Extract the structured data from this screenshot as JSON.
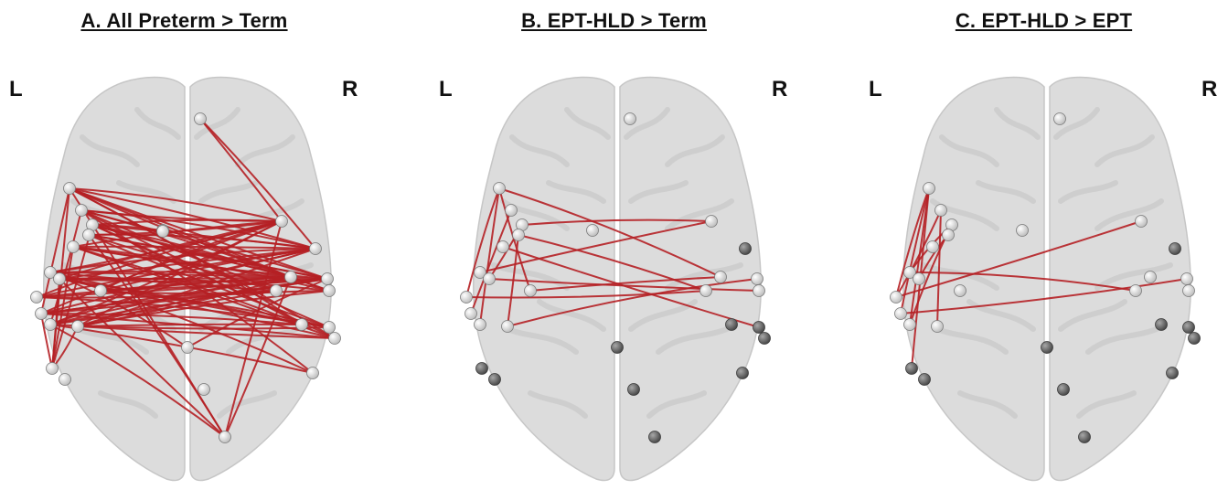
{
  "panels": [
    {
      "id": "a",
      "title": "A. All Preterm > Term",
      "left_label": "L",
      "right_label": "R"
    },
    {
      "id": "b",
      "title": "B. EPT-HLD > Term",
      "left_label": "L",
      "right_label": "R"
    },
    {
      "id": "c",
      "title": "C. EPT-HLD > EPT",
      "left_label": "L",
      "right_label": "R"
    }
  ],
  "colors": {
    "edge": "#b52025",
    "brain_fill": "#d6d6d6",
    "brain_stroke": "#bdbdbd",
    "node_light": "#fafafa",
    "node_dark": "#6e6e6e"
  }
}
